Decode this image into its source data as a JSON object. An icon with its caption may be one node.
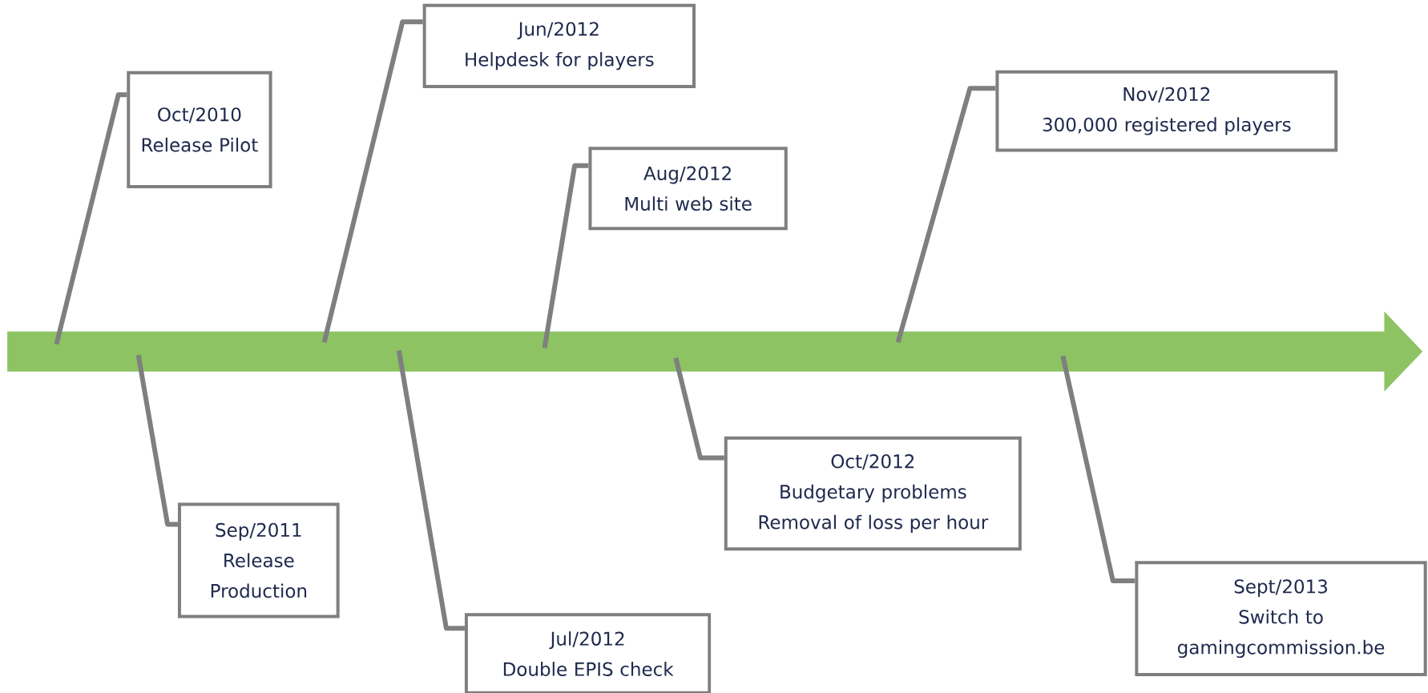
{
  "diagram": {
    "nodes": [
      {
        "text": [],
        "shape": "arrow"
      },
      {
        "text": [
          "Oct/2010",
          "Release Pilot"
        ]
      },
      {
        "text": [
          "Sep/2011",
          "Release Production"
        ]
      },
      {
        "text": [
          "Jun/2012",
          "Helpdesk for players"
        ]
      },
      {
        "text": [
          "Jul/2012",
          "Double EPIS check"
        ]
      },
      {
        "text": [
          "Aug/2012",
          "Multi web site"
        ]
      },
      {
        "text": [
          "Oct/2012",
          "Budgetary problems",
          "Removal of loss per hour"
        ]
      },
      {
        "text": [
          "Nov/2012",
          "300,000 registered players"
        ]
      },
      {
        "text": [
          "Sept/2013",
          "Switch to gamingcommission.be"
        ]
      }
    ],
    "edges": [
      {
        "from": 0,
        "to": 1,
        "arrow": "none"
      },
      {
        "from": 0,
        "to": 2,
        "arrow": "none"
      },
      {
        "from": 0,
        "to": 3,
        "arrow": "none"
      },
      {
        "from": 0,
        "to": 4,
        "arrow": "none"
      },
      {
        "from": 0,
        "to": 5,
        "arrow": "none"
      },
      {
        "from": 0,
        "to": 6,
        "arrow": "none"
      },
      {
        "from": 0,
        "to": 7,
        "arrow": "none"
      },
      {
        "from": 0,
        "to": 8,
        "arrow": "none"
      }
    ]
  }
}
